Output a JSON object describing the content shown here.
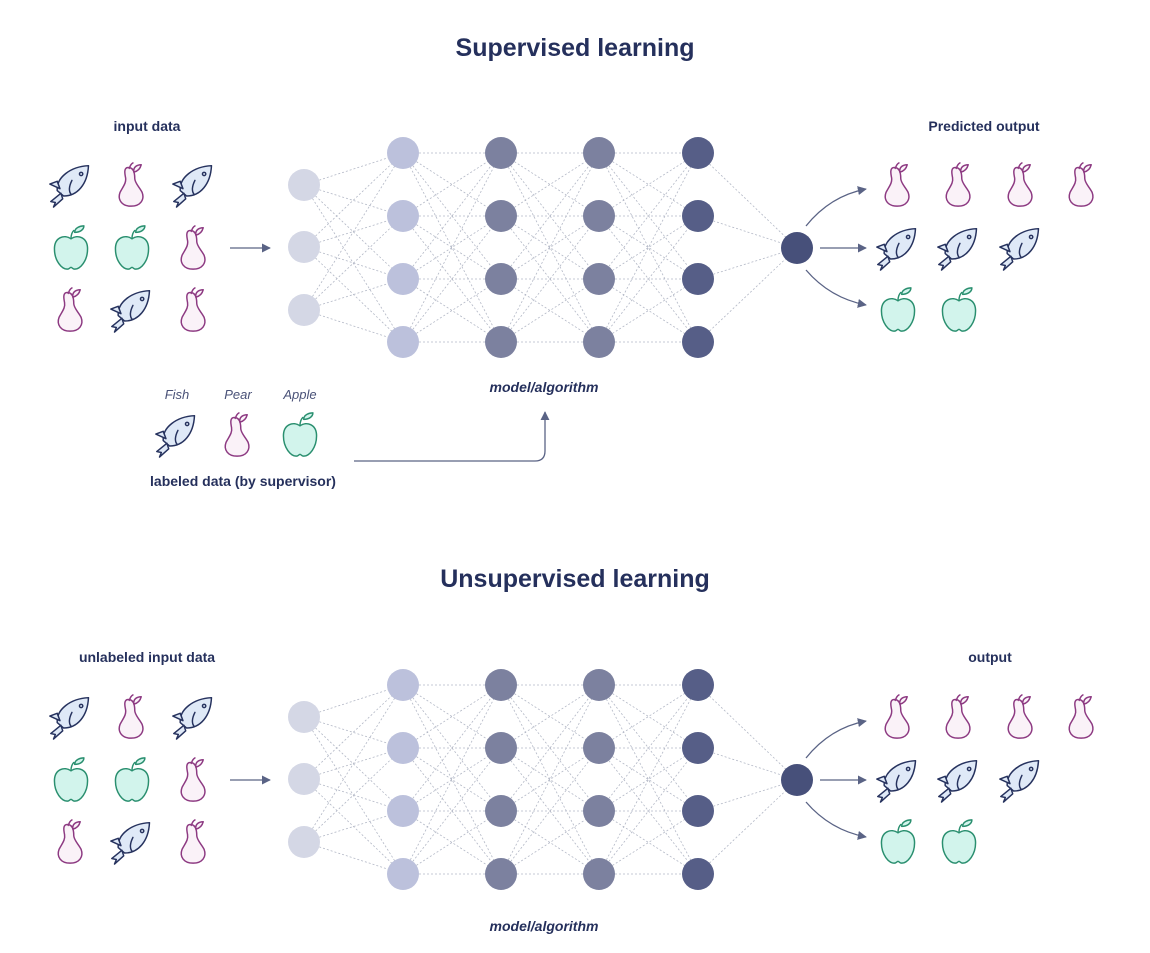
{
  "colors": {
    "title": "#25305c",
    "layer1": "#d4d7e5",
    "layer2": "#bcc1dc",
    "layer3": "#7c819f",
    "layer4": "#7c819f",
    "layer5": "#565e87",
    "output_node": "#47507a",
    "fish_fill": "#dfe9f7",
    "fish_stroke": "#26325e",
    "pear_fill": "#faf2f8",
    "pear_stroke": "#8d3a82",
    "apple_fill": "#d2f4ec",
    "apple_stroke": "#2a8f6f"
  },
  "supervised": {
    "title": "Supervised learning",
    "input_label": "input data",
    "output_label": "Predicted output",
    "model_label": "model/algorithm",
    "labeled_caption": "labeled data (by supervisor)",
    "legend": {
      "fish": "Fish",
      "pear": "Pear",
      "apple": "Apple"
    }
  },
  "unsupervised": {
    "title": "Unsupervised learning",
    "input_label": "unlabeled input data",
    "output_label": "output",
    "model_label": "model/algorithm"
  },
  "input_grid": [
    [
      "fish",
      "pear",
      "fish"
    ],
    [
      "apple",
      "apple",
      "pear"
    ],
    [
      "pear",
      "fish",
      "pear"
    ]
  ],
  "output_groups": [
    [
      "pear",
      "pear",
      "pear",
      "pear"
    ],
    [
      "fish",
      "fish",
      "fish"
    ],
    [
      "apple",
      "apple"
    ]
  ],
  "network": {
    "layers": [
      3,
      4,
      4,
      4,
      4
    ],
    "output_nodes": 1
  }
}
